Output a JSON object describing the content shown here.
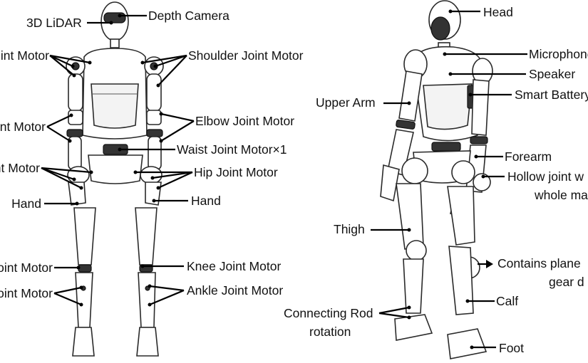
{
  "front": {
    "lidar": "3D LiDAR",
    "depth_camera": "Depth Camera",
    "shoulder_left": "Shoulder Joint Motor",
    "shoulder_right": "Shoulder Joint Motor",
    "elbow_left": "Elbow Joint Motor",
    "elbow_right": "Elbow Joint Motor",
    "waist": "Waist Joint Motor×1",
    "hip_left": "Hip Joint Motor",
    "hip_right": "Hip Joint Motor",
    "hand_left": "Hand",
    "hand_right": "Hand",
    "knee_left": "Knee Joint Motor",
    "knee_right": "Knee Joint Motor",
    "ankle_left": "Ankle Joint Motor",
    "ankle_right": "Ankle Joint Motor"
  },
  "side": {
    "head": "Head",
    "microphone": "Microphone",
    "speaker": "Speaker",
    "smart_battery": "Smart Battery",
    "upper_arm": "Upper Arm",
    "forearm": "Forearm",
    "hollow_joint_line1": "Hollow joint w",
    "hollow_joint_line2": "whole ma",
    "thigh": "Thigh",
    "contains_planetary_line1": "Contains plane",
    "contains_planetary_line2": "gear d",
    "calf": "Calf",
    "connecting_rod_line1": "Connecting Rod",
    "connecting_rod_line2": "rotation",
    "foot": "Foot"
  }
}
